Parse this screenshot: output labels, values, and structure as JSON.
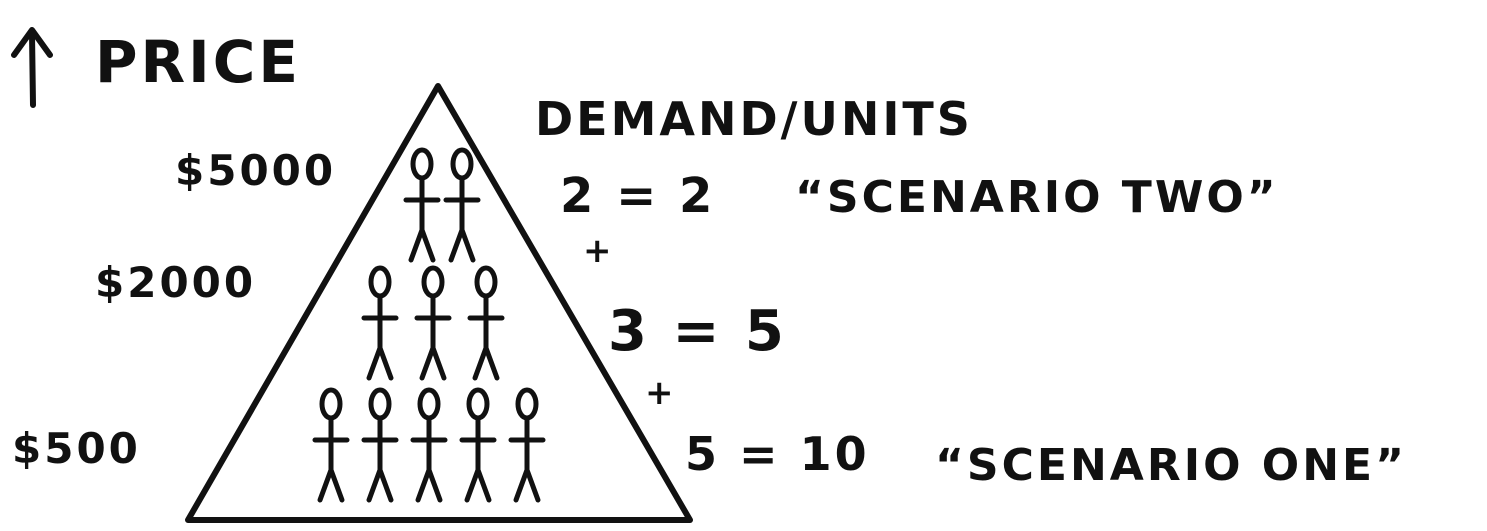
{
  "axis": {
    "label": "PRICE"
  },
  "column_header": "DEMAND/UNITS",
  "tiers": [
    {
      "price": "$5000",
      "people": 2,
      "units": "2 = 2",
      "note": "“SCENARIO TWO”"
    },
    {
      "price": "$2000",
      "people": 3,
      "units": "3 = 5",
      "note": ""
    },
    {
      "price": "$500",
      "people": 5,
      "units": "5 = 10",
      "note": "“SCENARIO ONE”"
    }
  ],
  "plus_signs": [
    "+",
    "+"
  ],
  "icons": {
    "arrow": "up-arrow-icon",
    "person": "stick-figure-icon"
  }
}
